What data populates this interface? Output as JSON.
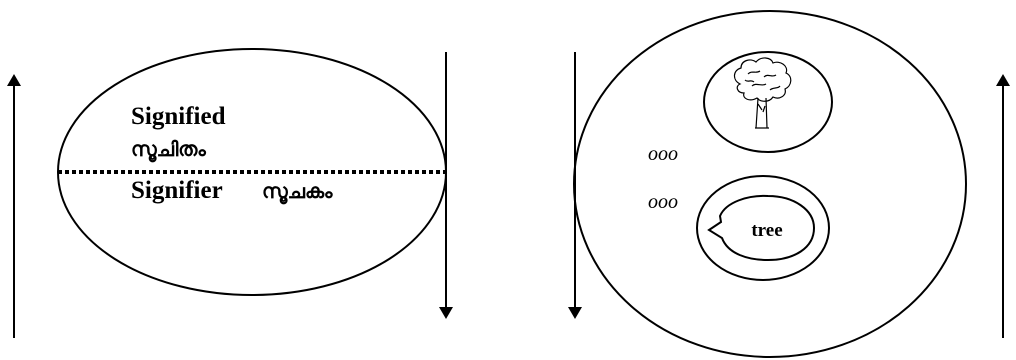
{
  "left_diagram": {
    "signified_label": "Signified",
    "signified_malayalam": "സൂചിതം",
    "signifier_label": "Signifier",
    "signifier_malayalam": "സൂചകം"
  },
  "right_diagram": {
    "top_label": "ooo",
    "bottom_label": "ooo",
    "speech_word": "tree",
    "concept_image": "tree-drawing"
  },
  "colors": {
    "stroke": "#000000",
    "background": "#ffffff"
  }
}
